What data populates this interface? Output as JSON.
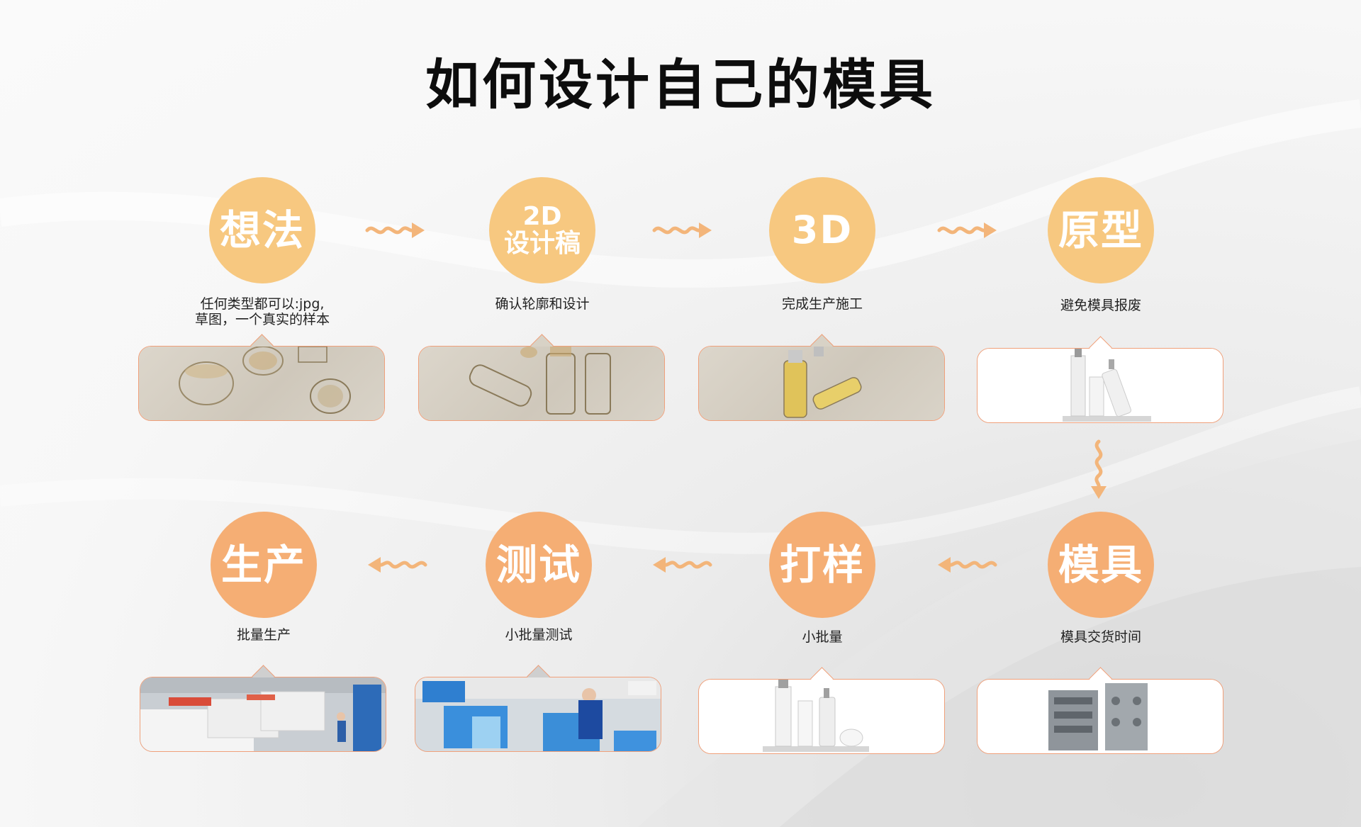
{
  "title": "如何设计自己的模具",
  "colors": {
    "circle_light": "#f7c880",
    "circle_dark": "#f5ae74",
    "arrow": "#f3b57a",
    "border": "#f0a07a"
  },
  "steps": [
    {
      "label": "想法",
      "desc_line1": "任何类型都可以:jpg,",
      "desc_line2": "草图，一个真实的样本"
    },
    {
      "label_line1": "2D",
      "label_line2": "设计稿",
      "desc": "确认轮廓和设计"
    },
    {
      "label": "3D",
      "desc": "完成生产施工"
    },
    {
      "label": "原型",
      "desc": "避免模具报废"
    },
    {
      "label": "模具",
      "desc": "模具交货时间"
    },
    {
      "label": "打样",
      "desc": "小批量"
    },
    {
      "label": "测试",
      "desc": "小批量测试"
    },
    {
      "label": "生产",
      "desc": "批量生产"
    }
  ]
}
